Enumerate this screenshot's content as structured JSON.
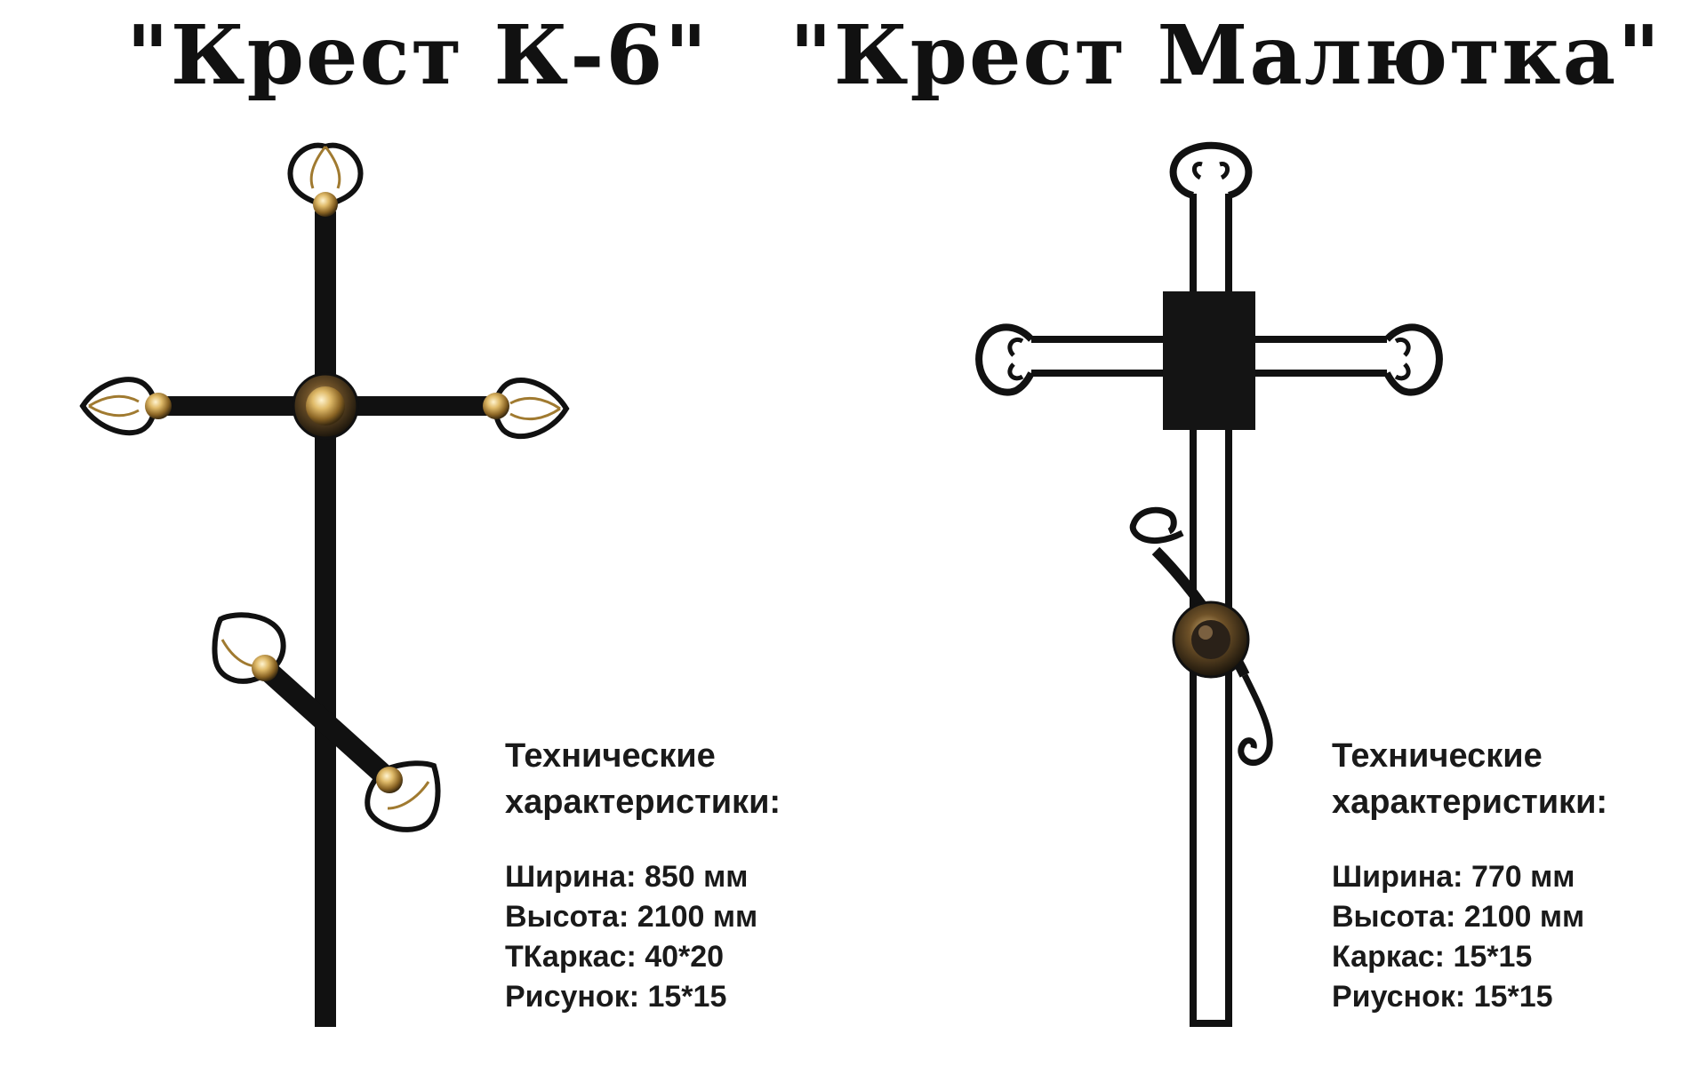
{
  "crosses": [
    {
      "title": "\"Крест К-6\"",
      "specs_heading_line1": "Технические",
      "specs_heading_line2": "характеристики:",
      "specs": [
        "Ширина: 850 мм",
        "Высота: 2100 мм",
        "ТКаркас: 40*20",
        "Рисунок: 15*15"
      ]
    },
    {
      "title": "\"Крест Малютка\"",
      "specs_heading_line1": "Технические",
      "specs_heading_line2": "характеристики:",
      "specs": [
        "Ширина: 770 мм",
        "Высота: 2100 мм",
        "Каркас: 15*15",
        "Риуснок: 15*15"
      ]
    }
  ],
  "colors": {
    "metal": "#111111",
    "brass": "#c9a24a",
    "brass_highlight": "#f3e2b0",
    "background": "#ffffff"
  }
}
